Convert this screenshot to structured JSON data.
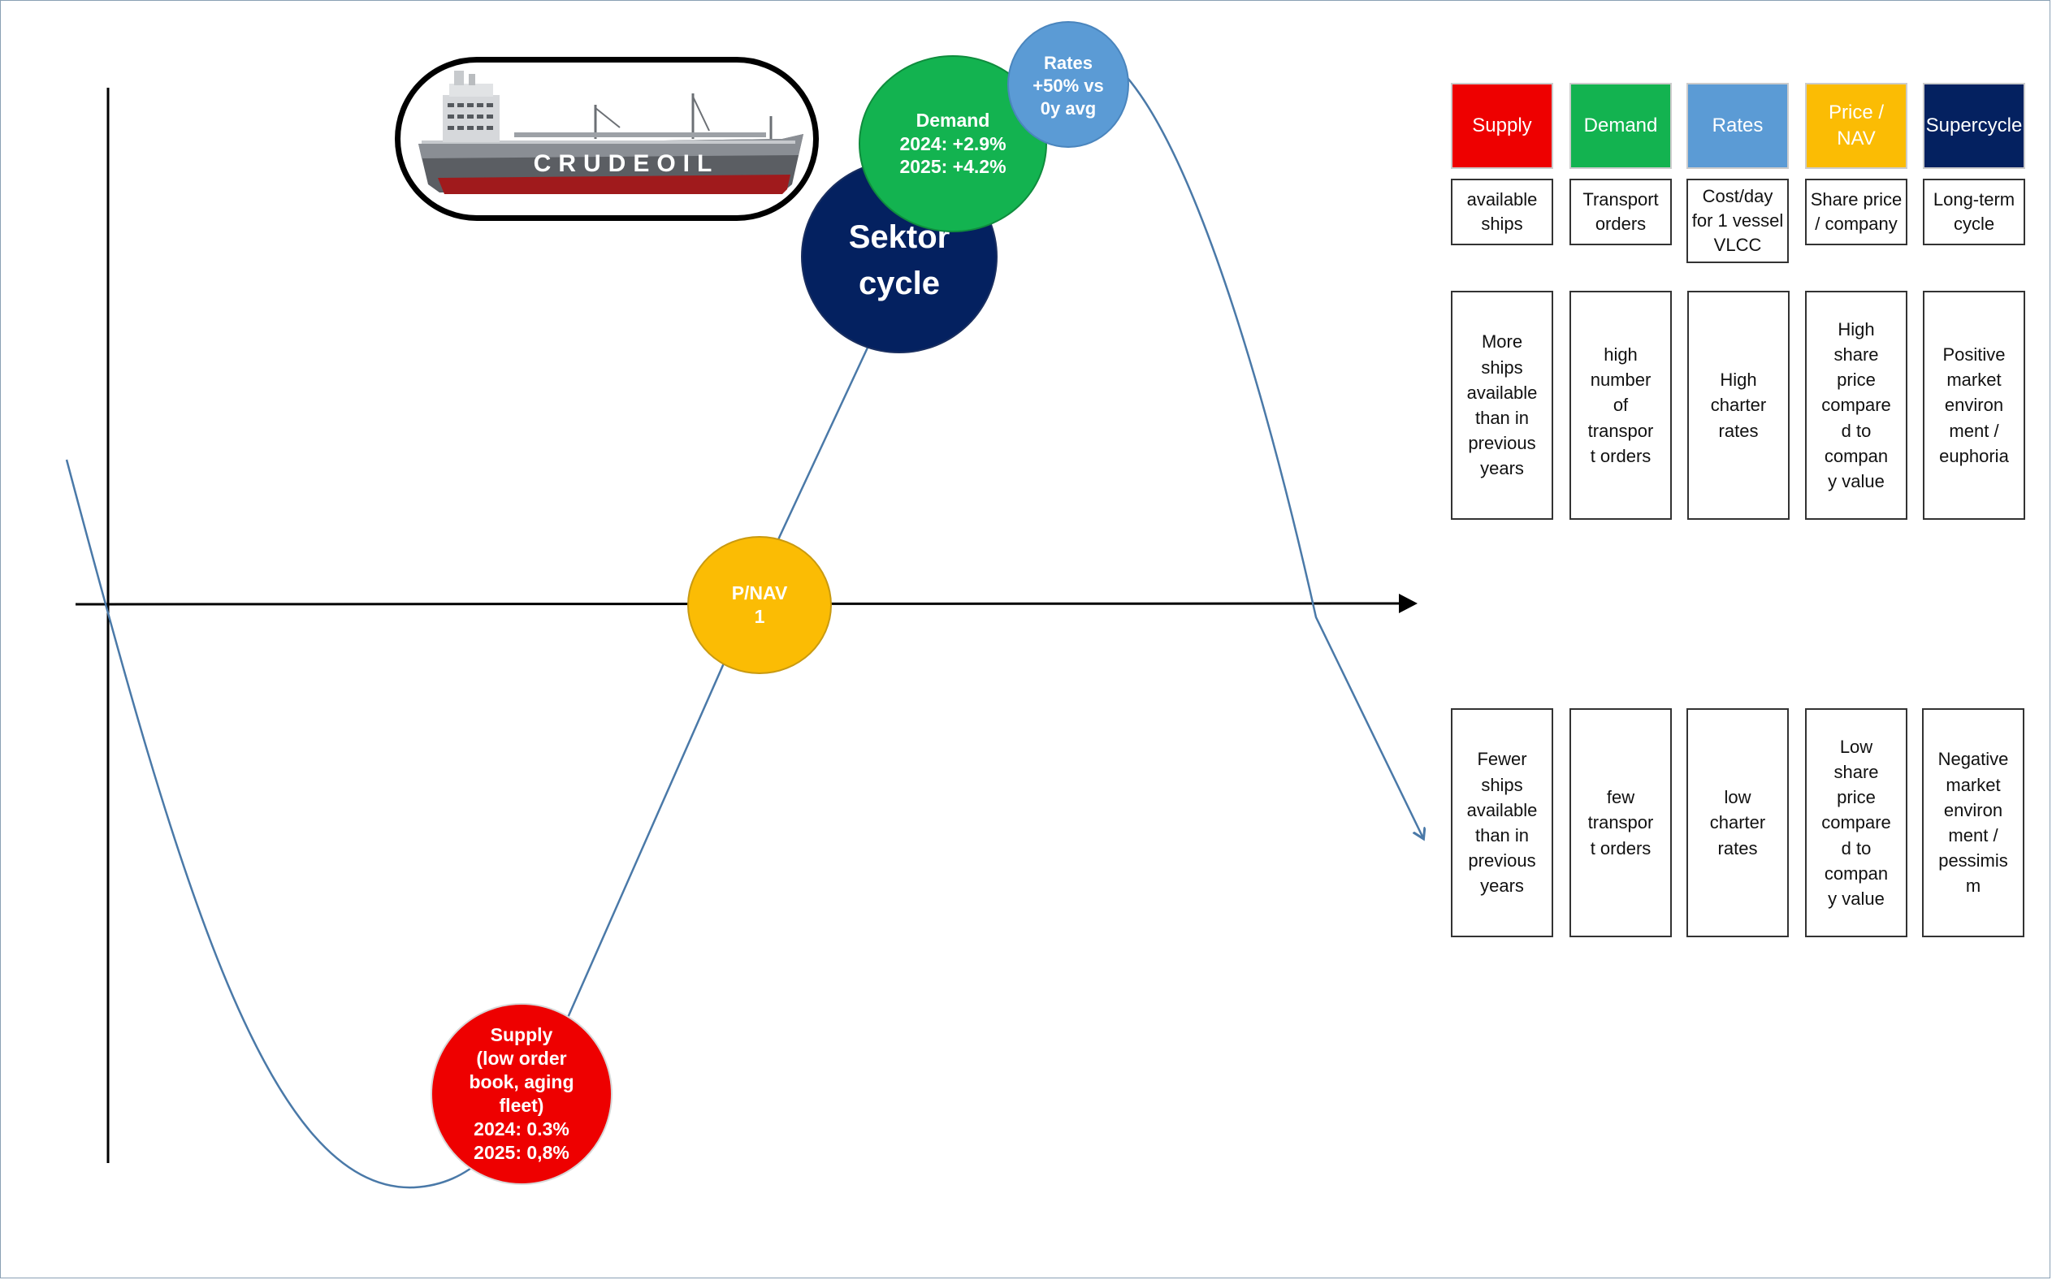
{
  "colors": {
    "supply": "#ee0000",
    "demand": "#13b350",
    "rates": "#5b9bd5",
    "price": "#fbbc04",
    "supercycle": "#042160",
    "curve": "#4a79a8"
  },
  "ship": {
    "hull_text": "CRUDEOIL"
  },
  "bubbles": {
    "supply": [
      "Supply",
      "(low order",
      "book, aging",
      "fleet)",
      "2024: 0.3%",
      "2025: 0,8%"
    ],
    "pnav": [
      "P/NAV",
      "1"
    ],
    "sektor": [
      "Sektor",
      "cycle"
    ],
    "demand": [
      "Demand",
      "2024: +2.9%",
      "2025: +4.2%"
    ],
    "rates": [
      "Rates",
      "+50% vs",
      "0y avg"
    ]
  },
  "table": {
    "headers": [
      [
        "Supply"
      ],
      [
        "Demand"
      ],
      [
        "Rates"
      ],
      [
        "Price /",
        "NAV"
      ],
      [
        "Supercycle"
      ]
    ],
    "definitions": [
      [
        "available",
        "ships"
      ],
      [
        "Transport",
        "orders"
      ],
      [
        "Cost/day",
        "for 1 vessel",
        "VLCC"
      ],
      [
        "Share price",
        "/ company"
      ],
      [
        "Long-term",
        "cycle"
      ]
    ],
    "high": [
      [
        "More",
        "ships",
        "available",
        "than in",
        "previous",
        "years"
      ],
      [
        "high",
        "number",
        "of",
        "transpor",
        "t orders"
      ],
      [
        "High",
        "charter",
        "rates"
      ],
      [
        "High",
        "share",
        "price",
        "compare",
        "d to",
        "compan",
        "y value"
      ],
      [
        "Positive",
        "market",
        "environ",
        "ment /",
        "euphoria"
      ]
    ],
    "low": [
      [
        "Fewer",
        "ships",
        "available",
        "than in",
        "previous",
        "years"
      ],
      [
        "few",
        "transpor",
        "t orders"
      ],
      [
        "low",
        "charter",
        "rates"
      ],
      [
        "Low",
        "share",
        "price",
        "compare",
        "d to",
        "compan",
        "y value"
      ],
      [
        "Negative",
        "market",
        "environ",
        "ment /",
        "pessimis",
        "m"
      ]
    ]
  }
}
